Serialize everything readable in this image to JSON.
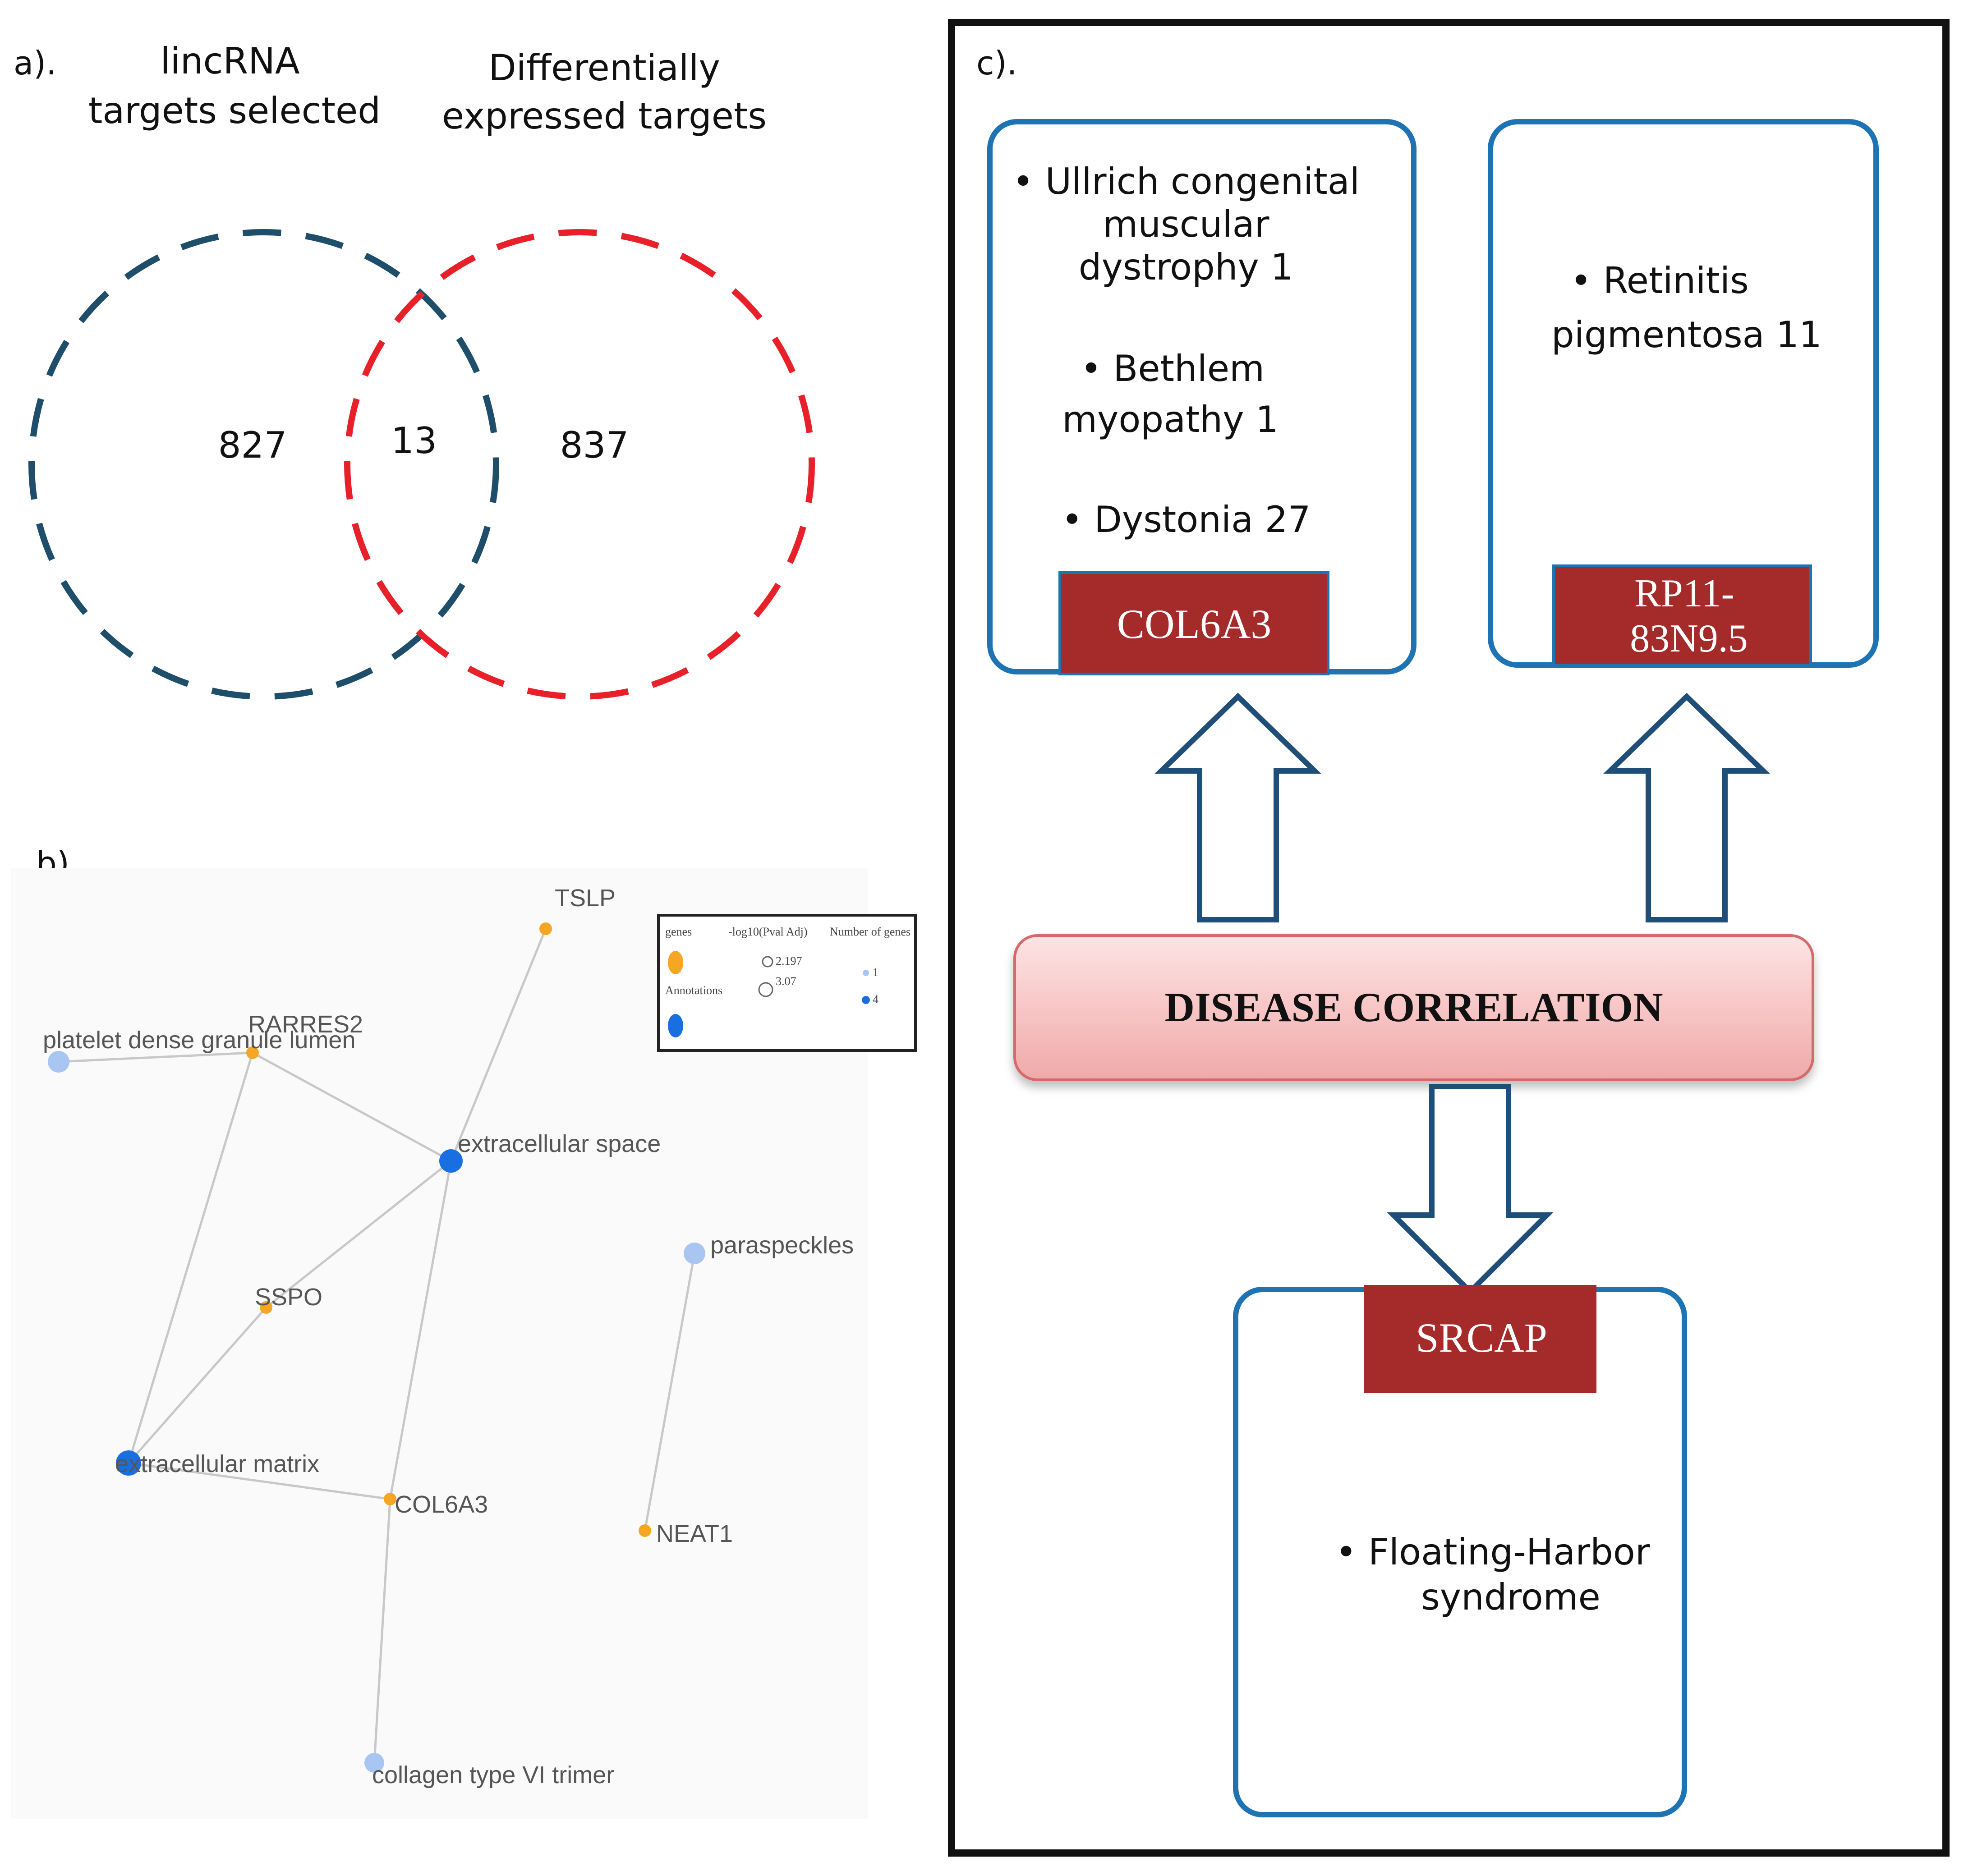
{
  "colors": {
    "venn_left": "#1f4e6b",
    "venn_right": "#e8202a",
    "box_border": "#1e73b3",
    "gene_fill": "#a52a2a",
    "arrow_stroke": "#1f4e79",
    "disease_fill": "#f7c6c6",
    "net_gene": "#f5a623",
    "net_annot_dark": "#1a6fe0",
    "net_annot_light": "#a9c6f2",
    "net_edge": "#c8c8c8"
  },
  "panel_a": {
    "label": "a).",
    "left_title_1": "lincRNA",
    "left_title_2": "targets selected",
    "right_title_1": "Differentially",
    "right_title_2": "expressed targets",
    "left_only": "827",
    "overlap": "13",
    "right_only": "837"
  },
  "panel_b": {
    "label": "b).",
    "nodes": {
      "tslp": "TSLP",
      "rarres2": "RARRES2",
      "platelet": "platelet dense granule lumen",
      "extracellular_space": "extracellular space",
      "paraspeckles": "paraspeckles",
      "sspo": "SSPO",
      "extracellular_matrix": "extracellular matrix",
      "col6a3": "COL6A3",
      "neat1": "NEAT1",
      "collagen": "collagen type VI trimer"
    },
    "legend": {
      "col1_header": "genes",
      "col1_sub": "Annotations",
      "col2_header": "-log10(Pval Adj)",
      "col2_v1": "2.197",
      "col2_v2": "3.07",
      "col3_header": "Number of genes",
      "col3_v1": "1",
      "col3_v2": "4"
    }
  },
  "panel_c": {
    "label": "c).",
    "box1": {
      "b1_l1": "Ullrich congenital",
      "b1_l2": "muscular",
      "b1_l3": "dystrophy 1",
      "b2_l1": "Bethlem",
      "b2_l2": "myopathy 1",
      "b3_l1": "Dystonia 27",
      "gene": "COL6A3"
    },
    "box2": {
      "b1_l1": "Retinitis",
      "b1_l2": "pigmentosa 11",
      "gene_l1": "RP11-",
      "gene_l2": "83N9.5"
    },
    "center": "DISEASE CORRELATION",
    "box3": {
      "gene": "SRCAP",
      "b1_l1": "Floating-Harbor",
      "b1_l2": "syndrome"
    }
  }
}
